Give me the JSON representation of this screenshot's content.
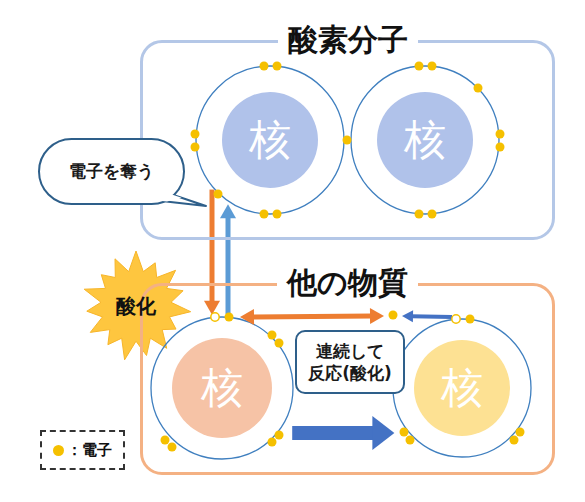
{
  "diagram": {
    "nodes": [
      {
        "text": [
          "酸素分子"
        ]
      },
      {
        "text": [
          "核"
        ],
        "in": 0
      },
      {
        "text": [
          "核"
        ],
        "in": 0
      },
      {
        "text": [
          "電子を奪う"
        ]
      },
      {
        "text": [
          "酸化"
        ]
      },
      {
        "text": [
          "他の物質"
        ]
      },
      {
        "text": [
          "核"
        ],
        "in": 5
      },
      {
        "text": [
          "核"
        ],
        "in": 5
      },
      {
        "text": [
          "連続して 反応(酸化)"
        ],
        "in": 5
      }
    ],
    "edges": [
      {
        "from": 1,
        "to": 6,
        "arrow": "to"
      },
      {
        "from": 6,
        "to": 1,
        "arrow": "to"
      },
      {
        "from": 6,
        "to": 7,
        "arrow": "to"
      }
    ],
    "legend": [
      {
        "text": "：電子",
        "color": "#f5c000"
      }
    ]
  }
}
